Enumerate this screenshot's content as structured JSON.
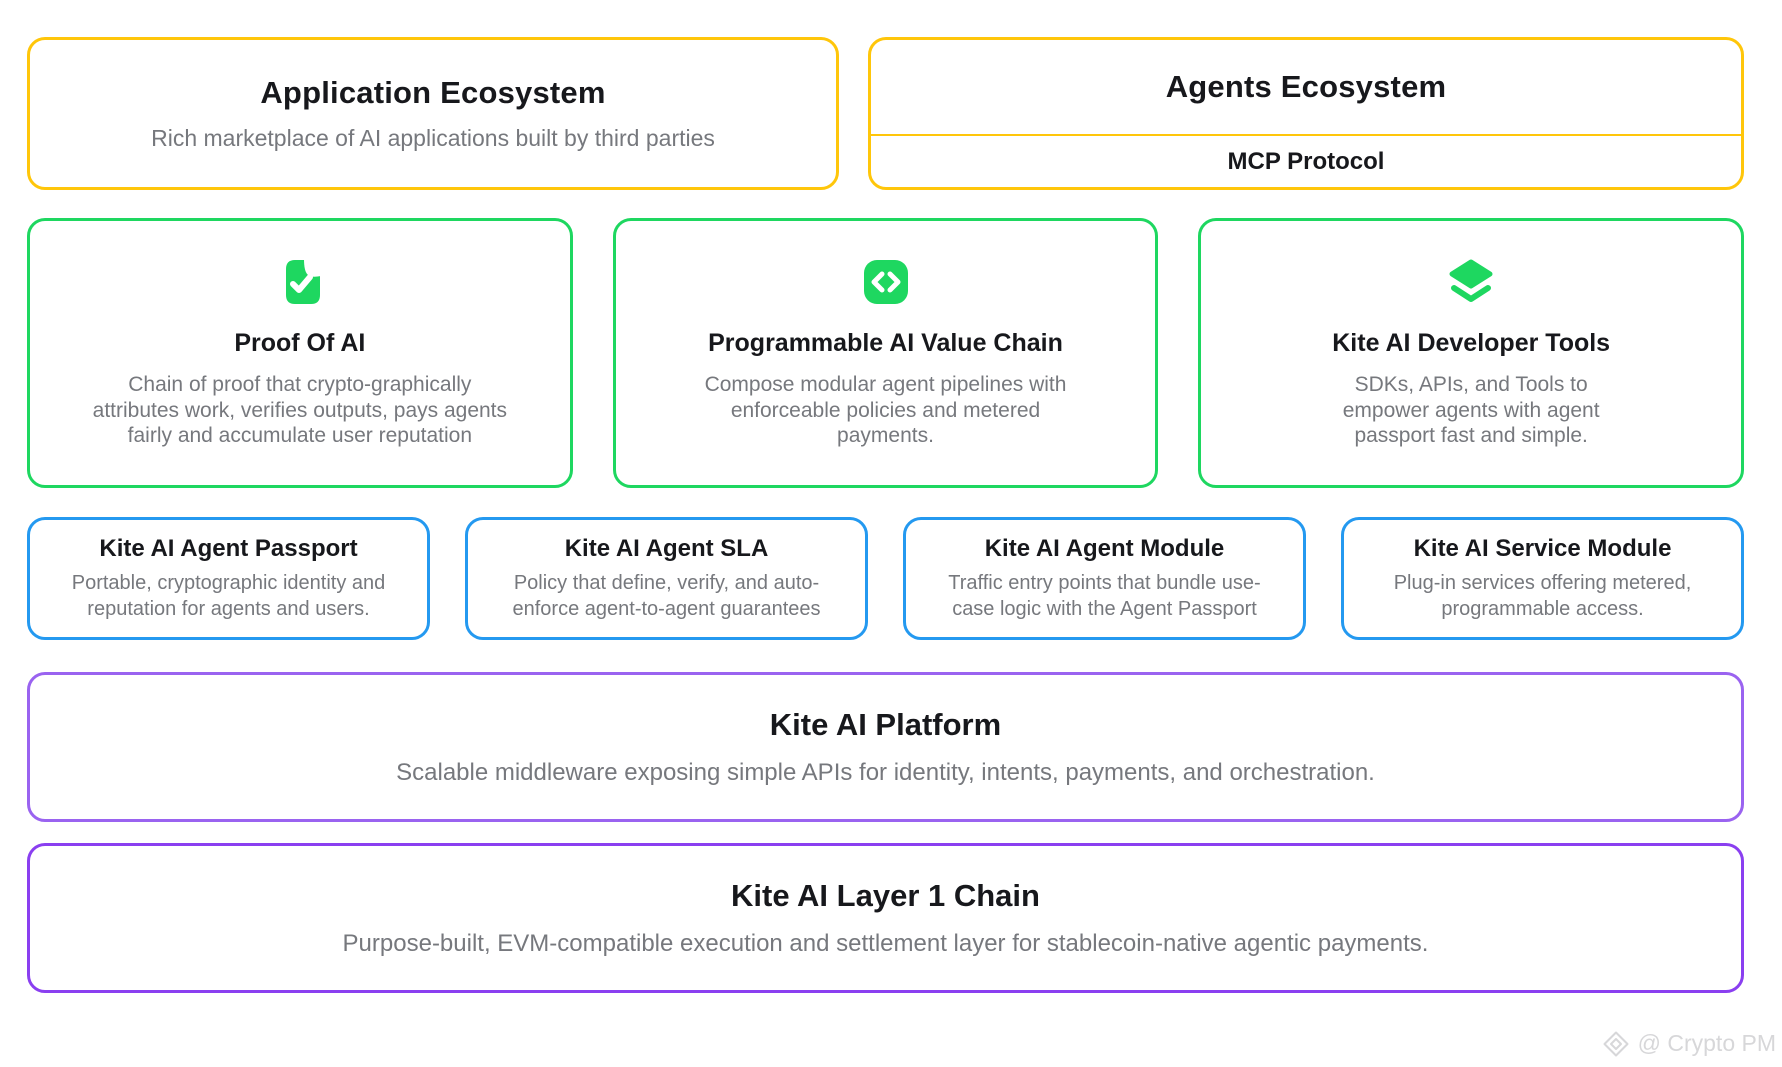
{
  "colors": {
    "yellow": "#ffc60a",
    "green": "#1ed760",
    "blue": "#2499f0",
    "purple-platform": "#9a63f0",
    "purple-layer1": "#8a3ff0",
    "title": "#17181c",
    "muted": "#76787d",
    "watermark": "#d7d7d9",
    "bg": "#ffffff"
  },
  "top_row": {
    "application": {
      "title": "Application Ecosystem",
      "subtitle": "Rich marketplace of AI applications built by third parties"
    },
    "agents": {
      "title": "Agents Ecosystem",
      "protocol": "MCP Protocol"
    }
  },
  "feature_cards": [
    {
      "icon": "document-check-icon",
      "title": "Proof Of AI",
      "body": "Chain of proof that crypto-graphically attributes work, verifies outputs, pays agents fairly and accumulate user reputation"
    },
    {
      "icon": "code-icon",
      "title": "Programmable AI Value Chain",
      "body": "Compose modular agent pipelines with enforceable policies and metered payments."
    },
    {
      "icon": "layers-icon",
      "title": "Kite AI Developer Tools",
      "body": "SDKs, APIs, and Tools to empower agents with agent passport fast and simple."
    }
  ],
  "module_cards": [
    {
      "title": "Kite AI Agent Passport",
      "body": "Portable, cryptographic identity and reputation for agents and users."
    },
    {
      "title": "Kite AI Agent SLA",
      "body": "Policy that define, verify, and auto-enforce agent-to-agent guarantees"
    },
    {
      "title": "Kite AI Agent Module",
      "body": "Traffic entry points that bundle use-case logic with the Agent Passport"
    },
    {
      "title": "Kite AI Service Module",
      "body": "Plug-in services offering metered, programmable access."
    }
  ],
  "platform": {
    "title": "Kite AI Platform",
    "subtitle": "Scalable middleware exposing simple APIs for identity, intents, payments, and orchestration."
  },
  "layer1": {
    "title": "Kite AI Layer 1 Chain",
    "subtitle": "Purpose-built, EVM-compatible execution and settlement layer for stablecoin-native agentic payments."
  },
  "watermark": {
    "icon": "diamond-logo-icon",
    "text": "@ Crypto PM"
  }
}
